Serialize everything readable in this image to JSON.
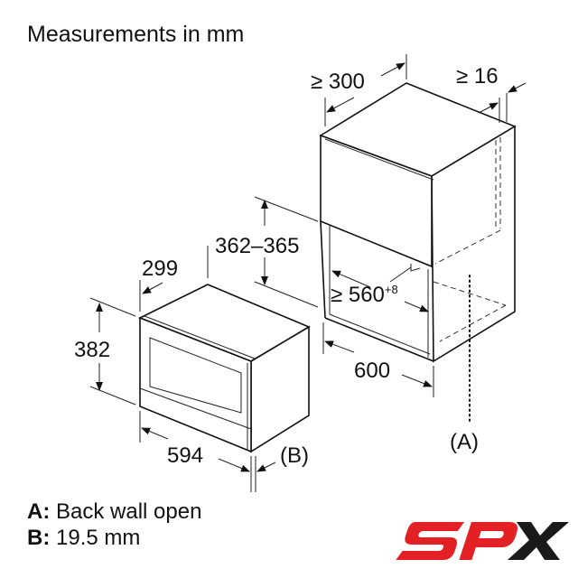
{
  "title": "Measurements in mm",
  "dimensions": {
    "cabinet_depth": "≥ 300",
    "cabinet_gap": "≥ 16",
    "niche_height": "362–365",
    "appliance_depth": "299",
    "niche_width_base": "≥ 560",
    "niche_width_tol": "+8",
    "appliance_height": "382",
    "cabinet_width": "600",
    "appliance_width": "594",
    "label_b": "(B)",
    "label_a": "(A)"
  },
  "legend": [
    {
      "key": "A:",
      "text": "Back wall open"
    },
    {
      "key": "B:",
      "text": "19.5 mm"
    }
  ],
  "logo": {
    "text": "SPX",
    "red": "#e32124",
    "black": "#1a1a1a"
  }
}
